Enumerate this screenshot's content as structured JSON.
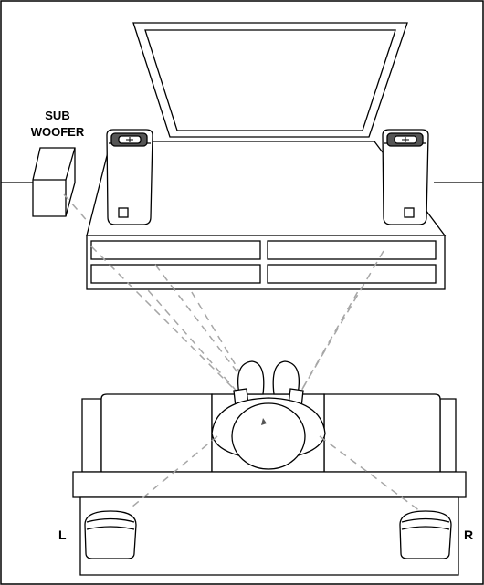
{
  "labels": {
    "subwoofer_line1": "SUB",
    "subwoofer_line2": "WOOFER",
    "rear_left": "L",
    "rear_right": "R"
  },
  "colors": {
    "stroke": "#000000",
    "fill": "#ffffff",
    "dashed_path": "#a6a6a6"
  },
  "icons": [
    "tv-icon",
    "subwoofer-icon",
    "front-speaker-icon",
    "listener-icon",
    "sofa-icon",
    "rear-speaker-icon"
  ]
}
